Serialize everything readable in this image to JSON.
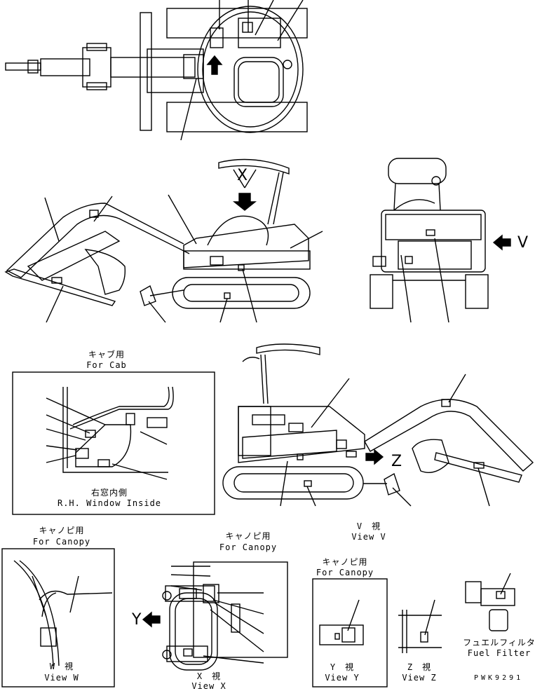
{
  "labels": {
    "cab_jp": "キャブ用",
    "cab_en": "For Cab",
    "rh_window_jp": "右窓内側",
    "rh_window_en": "R.H. Window Inside",
    "canopy_w_jp": "キャノピ用",
    "canopy_w_en": "For Canopy",
    "view_w_jp": "W　視",
    "view_w_en": "View W",
    "canopy_x_jp": "キャノピ用",
    "canopy_x_en": "For Canopy",
    "view_x_jp": "X　視",
    "view_x_en": "View X",
    "canopy_y_jp": "キャノピ用",
    "canopy_y_en": "For Canopy",
    "view_y_jp": "Y　視",
    "view_y_en": "View Y",
    "view_v_jp": "V　視",
    "view_v_en": "View V",
    "view_z_jp": "Z　視",
    "view_z_en": "View Z",
    "fuel_filter_jp": "フュエルフィルタ",
    "fuel_filter_en": "Fuel Filter",
    "drawing_code": "PWK9291"
  },
  "view_markers": {
    "x": "X",
    "v": "V",
    "z": "Z",
    "y": "Y"
  }
}
